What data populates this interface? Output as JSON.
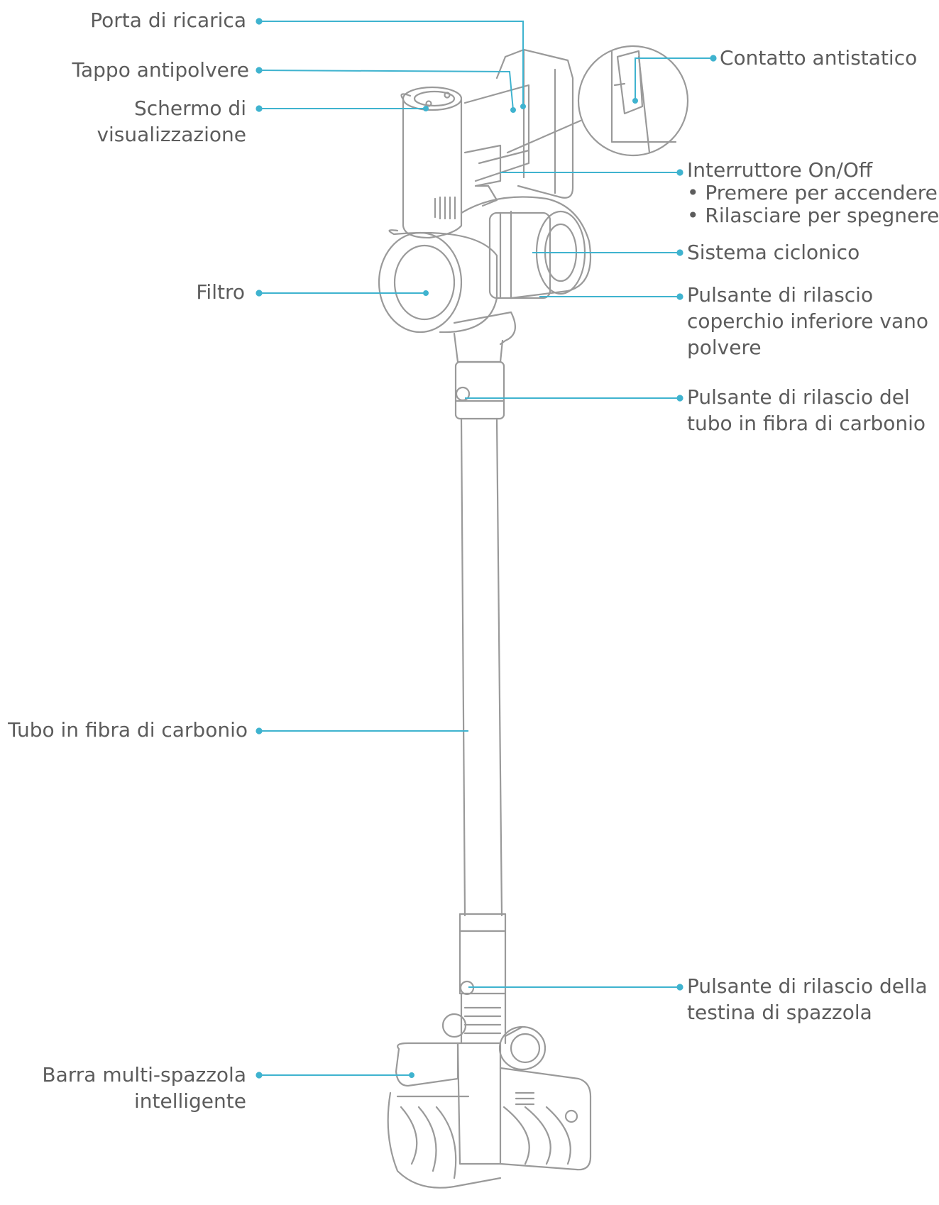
{
  "labels": {
    "porta_ricarica": "Porta di ricarica",
    "tappo_antipolvere": "Tappo antipolvere",
    "schermo_line1": "Schermo di",
    "schermo_line2": "visualizzazione",
    "filtro": "Filtro",
    "tubo_carbonio": "Tubo in fibra di carbonio",
    "barra_line1": "Barra multi-spazzola",
    "barra_line2": "intelligente",
    "contatto_antistatico": "Contatto antistatico",
    "interruttore": "Interruttore On/Off",
    "interruttore_b1": "• Premere per accendere",
    "interruttore_b2": "• Rilasciare per spegnere",
    "sistema_ciclonico": "Sistema ciclonico",
    "rilascio_coperchio_1": "Pulsante di rilascio",
    "rilascio_coperchio_2": "coperchio inferiore vano",
    "rilascio_coperchio_3": "polvere",
    "rilascio_tubo_1": "Pulsante di rilascio del",
    "rilascio_tubo_2": "tubo in fibra di carbonio",
    "rilascio_testina_1": "Pulsante di rilascio della",
    "rilascio_testina_2": "testina di spazzola"
  },
  "colors": {
    "leader": "#3fb3cf",
    "outline": "#9a9a9a",
    "text": "#5c5c5c"
  }
}
